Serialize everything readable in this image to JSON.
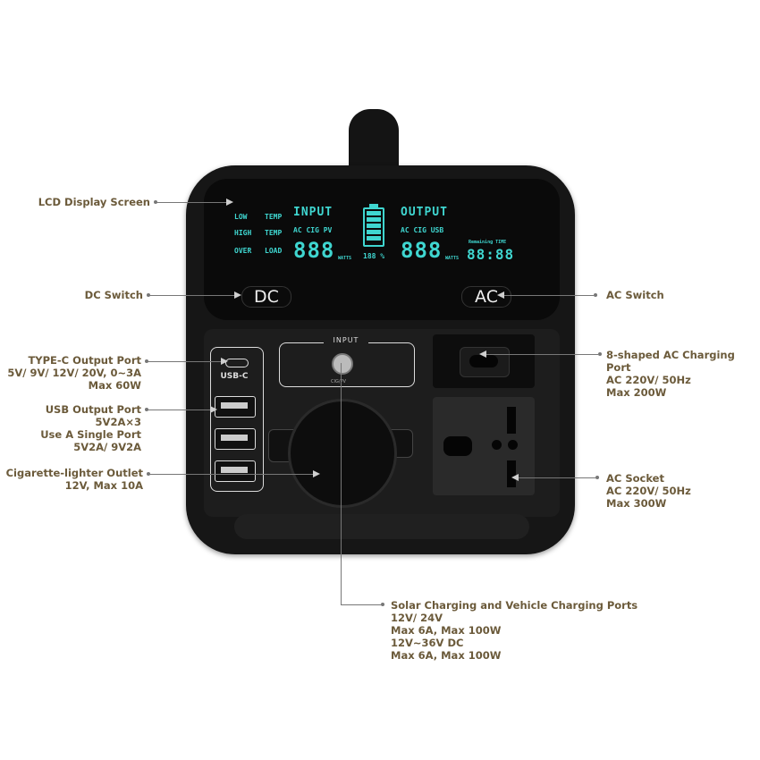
{
  "labels": {
    "lcd_display": "LCD Display Screen",
    "dc_switch": "DC Switch",
    "typec": [
      "TYPE-C Output Port",
      "5V/ 9V/ 12V/ 20V, 0~3A",
      "Max 60W"
    ],
    "usb": [
      "USB Output Port",
      "5V2A×3",
      "Use A Single Port",
      "5V2A/ 9V2A"
    ],
    "cig": [
      "Cigarette-lighter Outlet",
      "12V, Max 10A"
    ],
    "ac_switch": "AC Switch",
    "ac_charging": [
      "8-shaped AC Charging Port",
      "AC 220V/ 50Hz",
      "Max 200W"
    ],
    "ac_socket": [
      "AC Socket",
      "AC 220V/ 50Hz",
      "Max 300W"
    ],
    "solar": [
      "Solar Charging and Vehicle Charging Ports",
      "12V/ 24V",
      "Max 6A, Max 100W",
      "12V~36V DC",
      "Max 6A, Max 100W"
    ]
  },
  "lcd": {
    "low": "LOW",
    "temp1": "TEMP",
    "high": "HIGH",
    "temp2": "TEMP",
    "over": "OVER",
    "load": "LOAD",
    "input": "INPUT",
    "input_sources": "AC CIG PV",
    "input_value": "888",
    "watts1": "WATTS",
    "battery": "188 %",
    "output": "OUTPUT",
    "output_sources": "AC CIG USB",
    "output_value": "888",
    "watts2": "WATTS",
    "remaining": "Remaining TIME",
    "time": "88:88"
  },
  "device": {
    "dc_button": "DC",
    "ac_button": "AC",
    "usbc_label": "USB-C",
    "input_label": "INPUT",
    "cig_pv_label": "CIG/PV"
  },
  "colors": {
    "lcd": "#3fd6d0",
    "label": "#6b5a3a",
    "body": "#161616"
  }
}
